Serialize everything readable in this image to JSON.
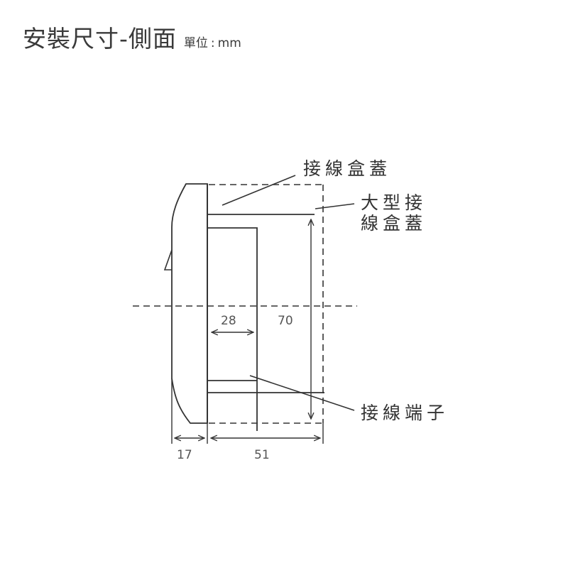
{
  "header": {
    "title": "安裝尺寸-側面",
    "unit_label": "單位",
    "unit_separator": ":",
    "unit_value": "mm"
  },
  "diagram": {
    "labels": {
      "junction_box_cover": "接線盒蓋",
      "large_junction_box_cover_line1": "大型接",
      "large_junction_box_cover_line2": "線盒蓋",
      "terminal_block": "接線端子"
    },
    "dimensions": {
      "depth_small": "28",
      "height": "70",
      "face_thickness": "17",
      "depth_total": "51"
    },
    "colors": {
      "line": "#333333",
      "text": "#333333"
    }
  }
}
